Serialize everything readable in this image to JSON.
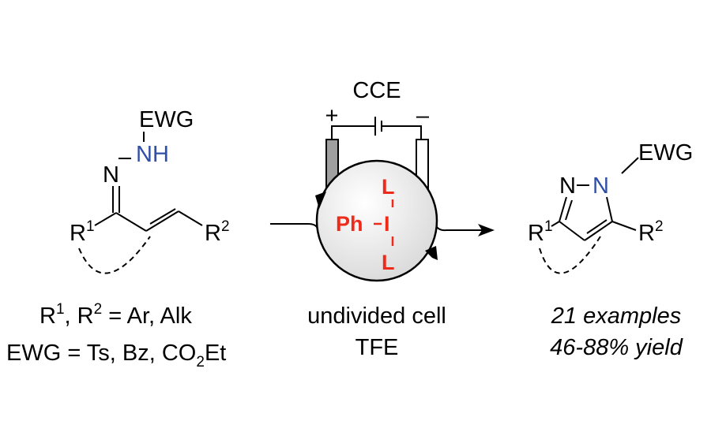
{
  "starting_material": {
    "ewg": "EWG",
    "nh": "NH",
    "n": "N",
    "r1": "R",
    "r1_sup": "1",
    "r2": "R",
    "r2_sup": "2"
  },
  "conditions": {
    "cce": "CCE",
    "plus": "+",
    "minus": "–",
    "catalyst_ph": "Ph",
    "catalyst_i": "I",
    "ligand": "L",
    "line1": "undivided cell",
    "line2": "TFE"
  },
  "product": {
    "n1": "N",
    "n2": "N",
    "ewg": "EWG",
    "r1": "R",
    "r1_sup": "1",
    "r2": "R",
    "r2_sup": "2",
    "line1": "21 examples",
    "line2": "46-88% yield"
  },
  "substituents": {
    "r_line": {
      "r1": "R",
      "sup1": "1",
      "mid": ", R",
      "sup2": "2",
      "rest": " = Ar, Alk"
    },
    "ewg_line": {
      "pre": "EWG = Ts, Bz, CO",
      "sub": "2",
      "post": "Et"
    }
  },
  "colors": {
    "nitrogen": "#2f4fa8",
    "catalyst": "#ee2a1b",
    "anode": "#a0a0a0"
  }
}
